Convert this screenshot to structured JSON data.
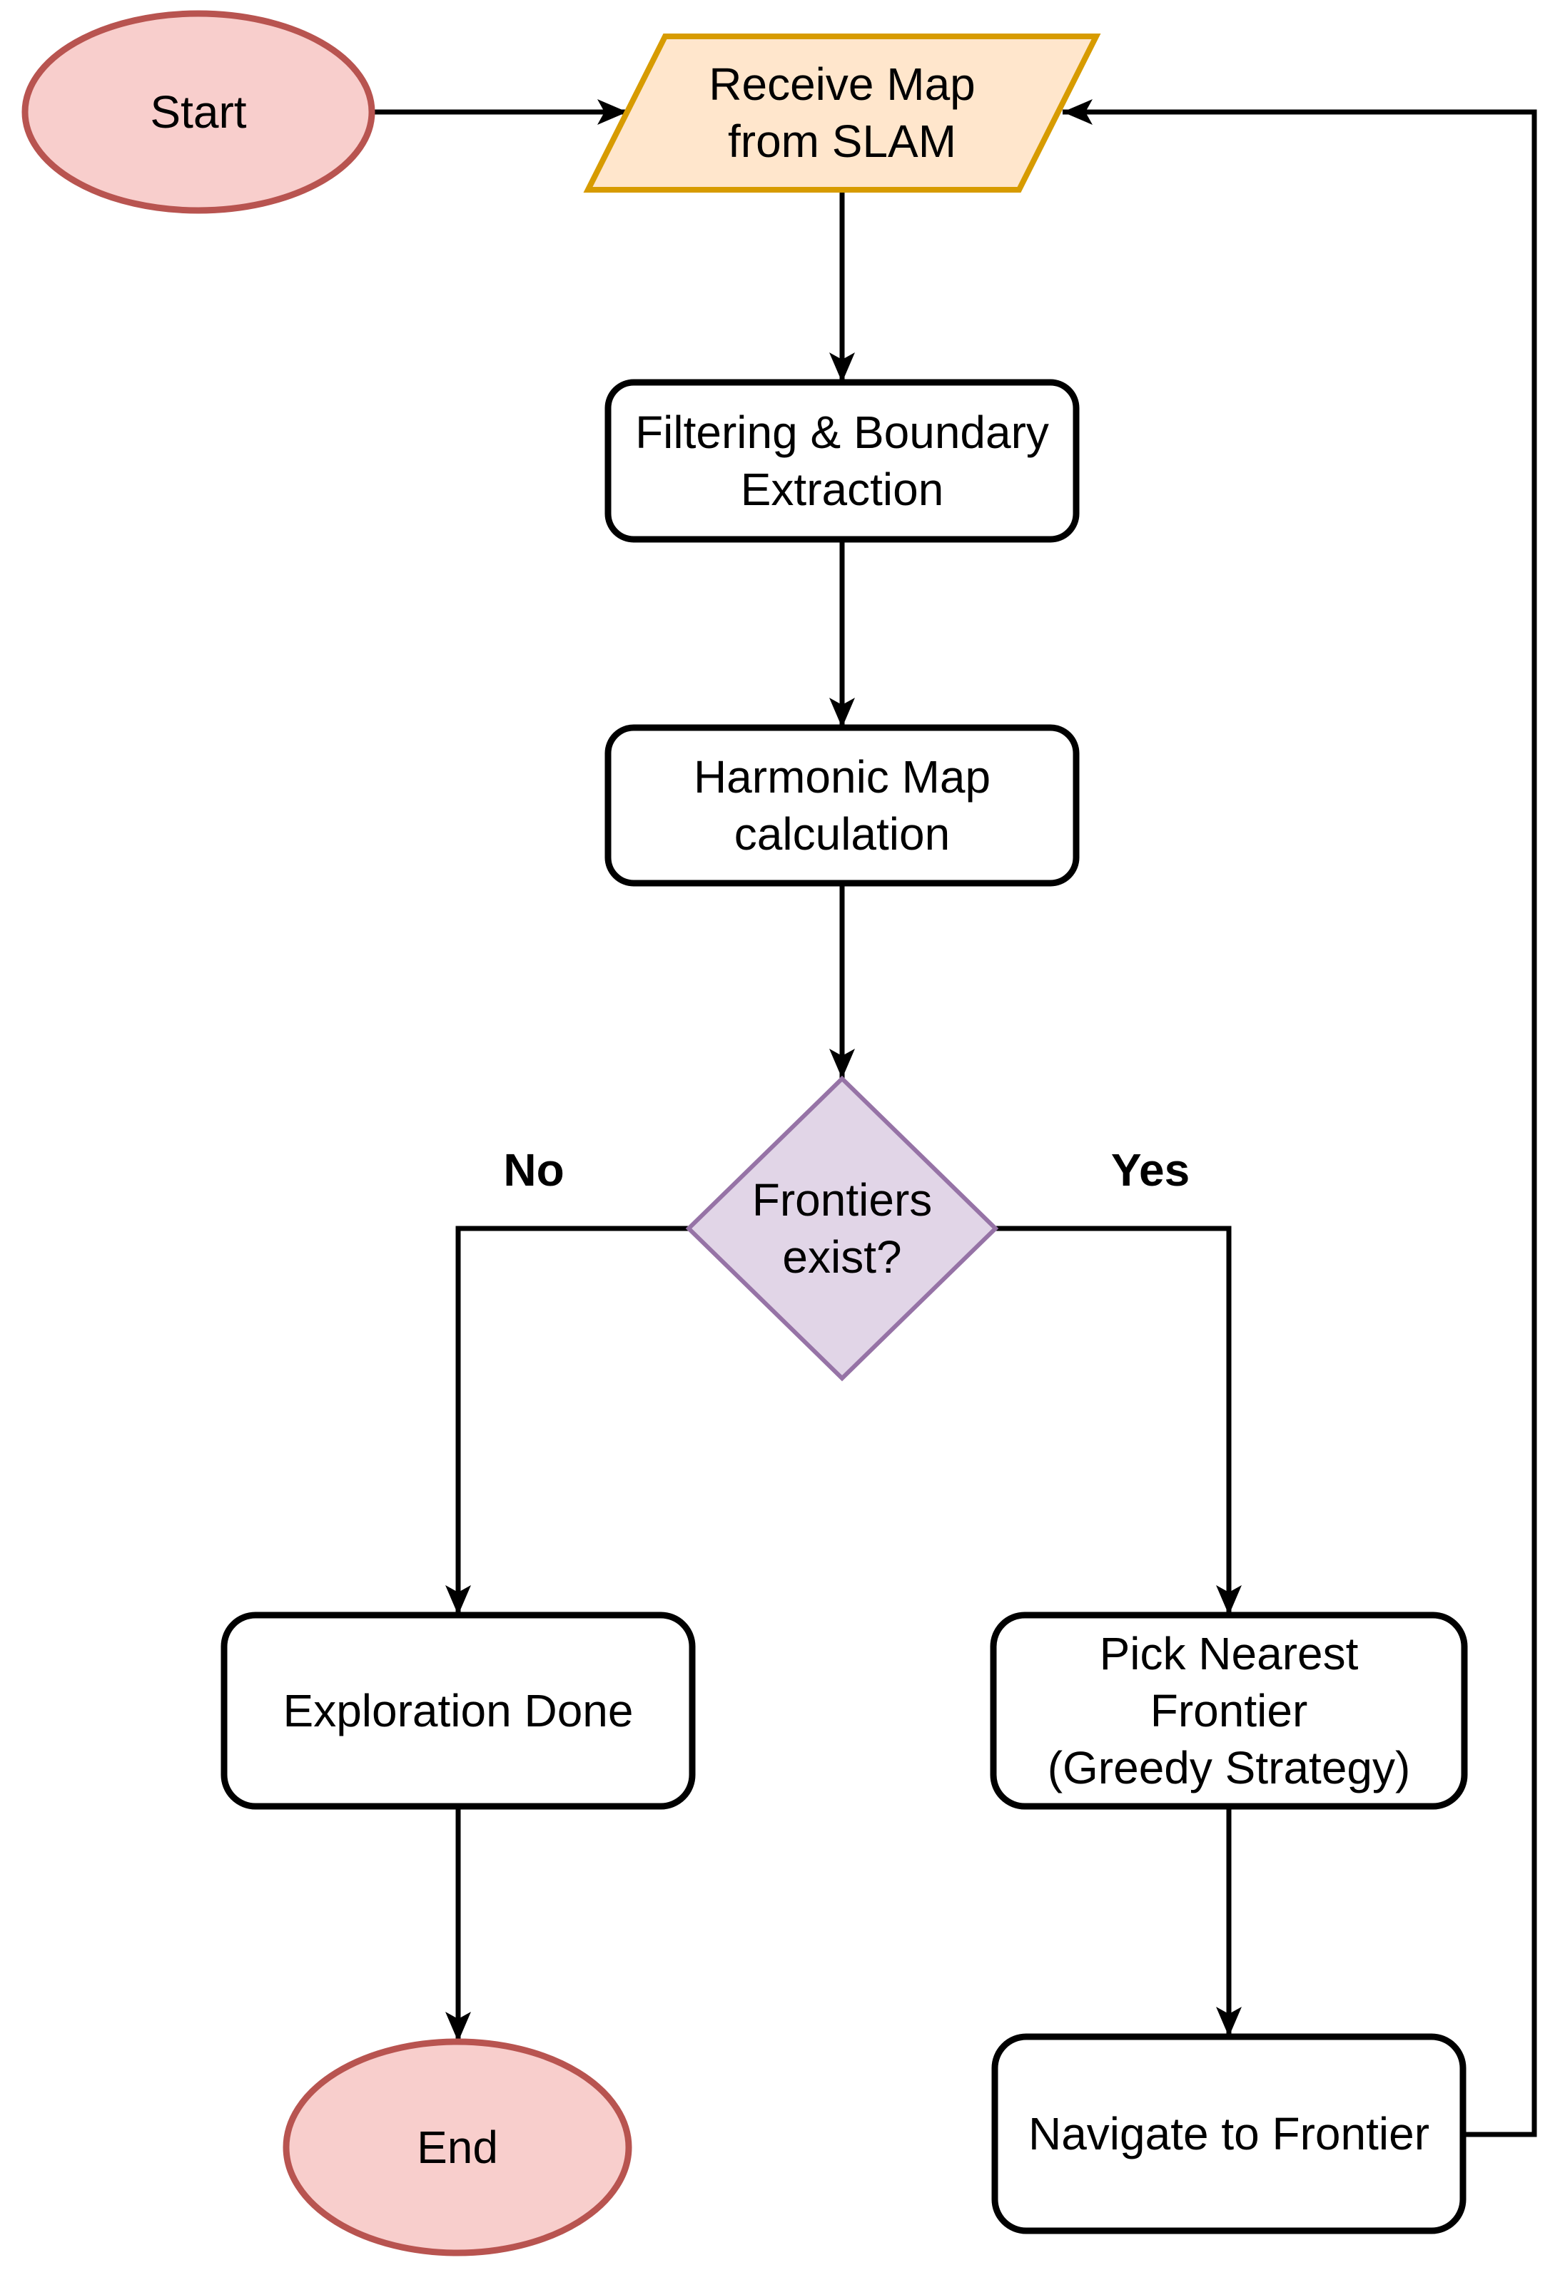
{
  "diagram": {
    "background": "#FFFFFF",
    "palette": {
      "terminal_fill": "#F8CECC",
      "terminal_stroke": "#B85450",
      "io_fill": "#FFE6CC",
      "io_stroke": "#D79B00",
      "decision_fill": "#E1D5E7",
      "decision_stroke": "#9673A6",
      "process_fill": "#FFFFFF",
      "process_stroke": "#000000",
      "edge_color": "#000000",
      "text_color": "#000000"
    },
    "nodes": {
      "start": {
        "label": "Start",
        "shape": "ellipse"
      },
      "receive_map": {
        "label": "Receive Map\nfrom SLAM",
        "shape": "parallelogram"
      },
      "filtering": {
        "label": "Filtering & Boundary\nExtraction",
        "shape": "rounded-rectangle"
      },
      "harmonic": {
        "label": "Harmonic Map\ncalculation",
        "shape": "rounded-rectangle"
      },
      "frontiers_exist": {
        "label": "Frontiers\nexist?",
        "shape": "diamond"
      },
      "exploration_done": {
        "label": "Exploration Done",
        "shape": "rounded-rectangle"
      },
      "end": {
        "label": "End",
        "shape": "ellipse"
      },
      "pick_nearest_frontier": {
        "label": "Pick Nearest Frontier\n(Greedy Strategy)",
        "shape": "rounded-rectangle"
      },
      "navigate_to_frontier": {
        "label": "Navigate to Frontier",
        "shape": "rounded-rectangle"
      }
    },
    "edge_labels": {
      "no": "No",
      "yes": "Yes"
    }
  }
}
